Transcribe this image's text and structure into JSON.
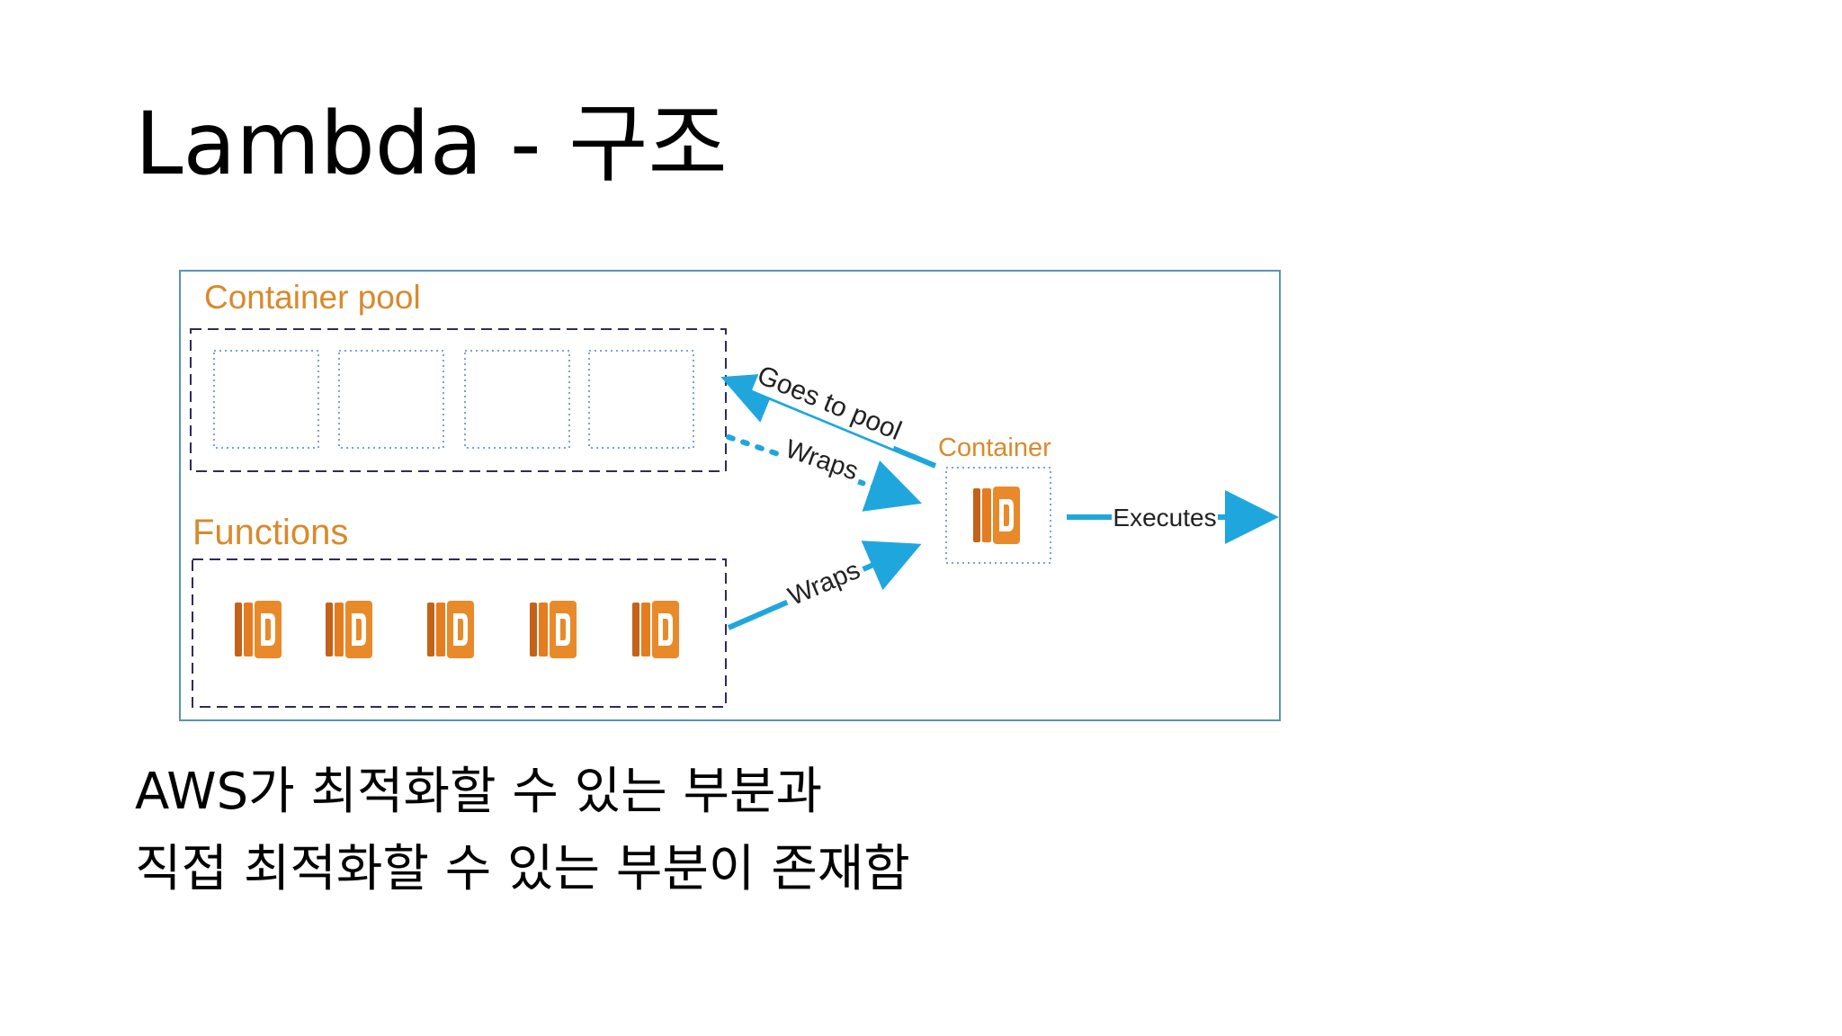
{
  "slide": {
    "title": "Lambda - 구조"
  },
  "diagram": {
    "colors": {
      "frame": "#5b92b8",
      "dashed_box": "#2c2c5a",
      "dotted_slot": "#7aa5c8",
      "arrow": "#1fa7dd",
      "orange_label": "#d98a2b",
      "lambda_icon": "#e57c1f",
      "text_dark": "#222222"
    },
    "icons": {
      "function": "aws-lambda-icon"
    },
    "labels": {
      "container_pool": "Container pool",
      "functions": "Functions",
      "container": "Container",
      "goes_to_pool": "Goes to pool",
      "wraps_dotted": "Wraps",
      "wraps_solid": "Wraps",
      "executes": "Executes"
    }
  },
  "body": {
    "line1": "AWS가 최적화할 수 있는 부분과",
    "line2": "직접 최적화할 수 있는 부분이 존재함"
  }
}
